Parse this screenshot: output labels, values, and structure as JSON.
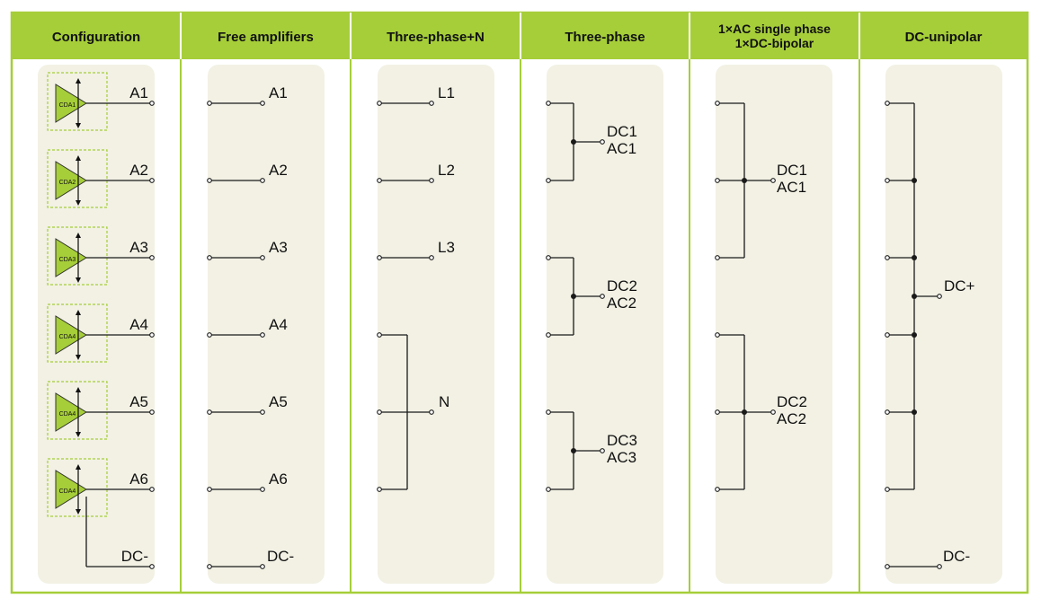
{
  "colors": {
    "border": "#A6CE39",
    "header_bg": "#A6CE39",
    "panel_bg": "#F2F1E4",
    "amp_fill": "#A6CE39",
    "amp_box": "#A6CE39",
    "wire": "#1a1a1a"
  },
  "headers": [
    [
      "Configuration"
    ],
    [
      "Free amplifiers"
    ],
    [
      "Three-phase+N"
    ],
    [
      "Three-phase"
    ],
    [
      "1×AC single phase",
      "1×DC-bipolar"
    ],
    [
      "DC-unipolar"
    ]
  ],
  "configuration": {
    "amplifiers": [
      {
        "chip": "CDA1",
        "output": "A1"
      },
      {
        "chip": "CDA2",
        "output": "A2"
      },
      {
        "chip": "CDA3",
        "output": "A3"
      },
      {
        "chip": "CDA4",
        "output": "A4"
      },
      {
        "chip": "CDA4",
        "output": "A5"
      },
      {
        "chip": "CDA4",
        "output": "A6"
      }
    ],
    "common": "DC-"
  },
  "free_amplifiers": {
    "outputs": [
      "A1",
      "A2",
      "A3",
      "A4",
      "A5",
      "A6"
    ],
    "common": "DC-"
  },
  "three_phase_n": {
    "phases": [
      "L1",
      "L2",
      "L3"
    ],
    "neutral": "N"
  },
  "three_phase": {
    "groups": [
      [
        "DC1",
        "AC1"
      ],
      [
        "DC2",
        "AC2"
      ],
      [
        "DC3",
        "AC3"
      ]
    ]
  },
  "single_phase_bipolar": {
    "groups": [
      [
        "DC1",
        "AC1"
      ],
      [
        "DC2",
        "AC2"
      ]
    ]
  },
  "dc_unipolar": {
    "plus": "DC+",
    "minus": "DC-"
  }
}
